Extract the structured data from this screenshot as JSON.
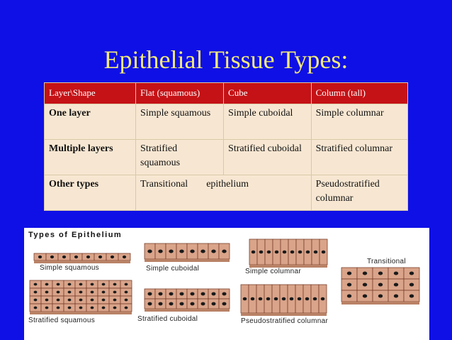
{
  "slide": {
    "title": "Epithelial Tissue Types:"
  },
  "table": {
    "headers": [
      "Layer\\Shape",
      "Flat (squamous)",
      "Cube",
      "Column (tall)"
    ],
    "rows": [
      {
        "label": "One layer",
        "cells": [
          "Simple squamous",
          "Simple cuboidal",
          "Simple columnar"
        ]
      },
      {
        "label": "Multiple layers",
        "cells": [
          "Stratified squamous",
          "Stratified cuboidal",
          "Stratified columnar"
        ]
      },
      {
        "label": "Other types",
        "cells": [
          "Transitional",
          "epithelium",
          "Pseudostratified columnar"
        ]
      }
    ]
  },
  "diagram": {
    "title": "Types of Epithelium",
    "labels": {
      "simple_squamous": "Simple squamous",
      "simple_cuboidal": "Simple cuboidal",
      "simple_columnar": "Simple columnar",
      "transitional": "Transitional",
      "stratified_squamous": "Stratified squamous",
      "stratified_cuboidal": "Stratified cuboidal",
      "pseudostratified_columnar": "Pseudostratified columnar"
    },
    "colors": {
      "cell": "#d9a48a",
      "cell_edge": "#7a3f2a",
      "nucleus": "#1a1a1a",
      "basement": "#b98266"
    }
  },
  "colors": {
    "background": "#0f10e6",
    "title": "#f2e97a",
    "header": "#c51216",
    "cell_bg": "#f7e7d2"
  }
}
